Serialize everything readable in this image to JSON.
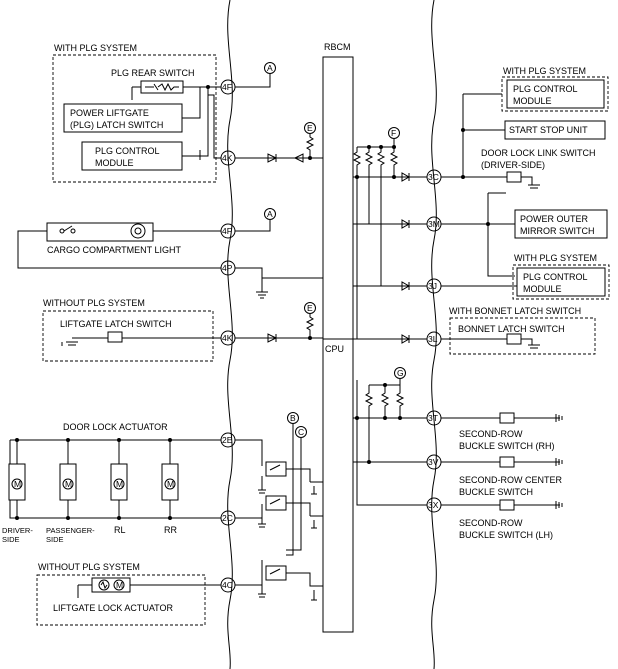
{
  "module": {
    "name": "RBCM",
    "cpu": "CPU"
  },
  "connectors": {
    "c4f_top": "4F",
    "c4k_top": "4K",
    "c4f_mid": "4F",
    "c4p": "4P",
    "c4k_mid": "4K",
    "c2e": "2E",
    "c2c": "2C",
    "c4c": "4C",
    "c3c": "3C",
    "c3m": "3M",
    "c3j": "3J",
    "c3l": "3L",
    "c3t": "3T",
    "c3v": "3V",
    "c3x": "3X"
  },
  "markers": {
    "a1": "A",
    "a2": "A",
    "e1": "E",
    "e2": "E",
    "f": "F",
    "g": "G",
    "b": "B",
    "c": "C"
  },
  "left": {
    "with_plg": "WITH PLG SYSTEM",
    "plg_rear_switch": "PLG REAR SWITCH",
    "plg_latch_switch_1": "POWER LIFTGATE",
    "plg_latch_switch_2": "(PLG) LATCH SWITCH",
    "plg_control_1": "PLG CONTROL",
    "plg_control_2": "MODULE",
    "cargo_light": "CARGO COMPARTMENT LIGHT",
    "without_plg": "WITHOUT PLG SYSTEM",
    "liftgate_latch": "LIFTGATE LATCH SWITCH",
    "door_lock_actuator": "DOOR LOCK ACTUATOR",
    "driver_1": "DRIVER-",
    "driver_2": "SIDE",
    "passenger_1": "PASSENGER-",
    "passenger_2": "SIDE",
    "rl": "RL",
    "rr": "RR",
    "without_plg_2": "WITHOUT PLG SYSTEM",
    "liftgate_lock": "LIFTGATE LOCK ACTUATOR"
  },
  "right": {
    "with_plg_1": "WITH PLG SYSTEM",
    "plg_control_1a": "PLG CONTROL",
    "plg_control_1b": "MODULE",
    "start_stop": "START STOP UNIT",
    "door_lock_link_1": "DOOR LOCK LINK SWITCH",
    "door_lock_link_2": "(DRIVER-SIDE)",
    "power_outer_1": "POWER OUTER",
    "power_outer_2": "MIRROR SWITCH",
    "with_plg_2": "WITH PLG SYSTEM",
    "plg_control_2a": "PLG CONTROL",
    "plg_control_2b": "MODULE",
    "with_bonnet": "WITH BONNET LATCH SWITCH",
    "bonnet_latch": "BONNET LATCH SWITCH",
    "buckle_rh_1": "SECOND-ROW",
    "buckle_rh_2": "BUCKLE SWITCH (RH)",
    "buckle_c_1": "SECOND-ROW CENTER",
    "buckle_c_2": "BUCKLE SWITCH",
    "buckle_lh_1": "SECOND-ROW",
    "buckle_lh_2": "BUCKLE SWITCH (LH)"
  },
  "motor_symbol": "M"
}
